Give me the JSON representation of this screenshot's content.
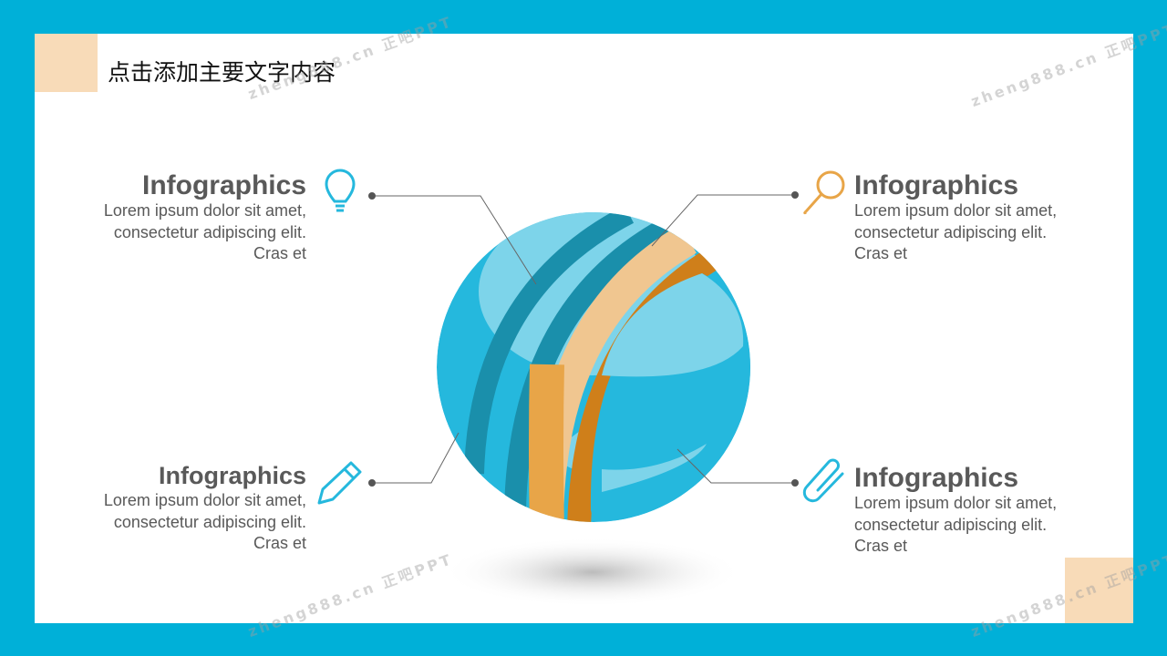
{
  "title": "点击添加主要文字内容",
  "watermark": "zheng888.cn 正吧PPT",
  "items": [
    {
      "title": "Infographics",
      "lines": [
        "Lorem ipsum dolor sit amet,",
        "consectetur adipiscing elit.",
        "Cras et"
      ],
      "icon": "lightbulb-icon"
    },
    {
      "title": "Infographics",
      "lines": [
        "Lorem ipsum dolor sit amet,",
        "consectetur adipiscing elit.",
        "Cras et"
      ],
      "icon": "magnifier-icon"
    },
    {
      "title": "Infographics",
      "lines": [
        "Lorem ipsum dolor sit amet,",
        "consectetur adipiscing elit.",
        "Cras et"
      ],
      "icon": "pencil-icon"
    },
    {
      "title": "Infographics",
      "lines": [
        "Lorem ipsum dolor sit amet,",
        "consectetur adipiscing elit.",
        "Cras et"
      ],
      "icon": "paperclip-icon"
    }
  ],
  "colors": {
    "frame": "#00b0d8",
    "accent": "#f8dbb8",
    "blue": "#25b8dd",
    "orange": "#e8a548"
  }
}
